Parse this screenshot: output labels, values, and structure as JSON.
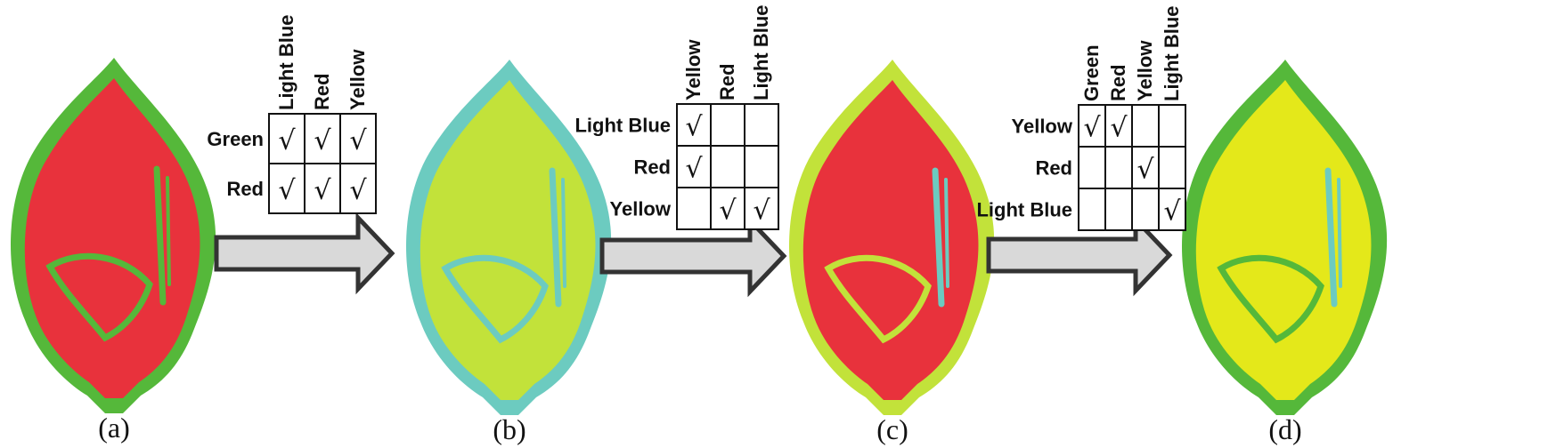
{
  "colors": {
    "green": "#55b83a",
    "red": "#e8323c",
    "yellow": "#e4e81a",
    "yellow_green": "#c2e23a",
    "light_blue": "#6ccbc0",
    "arrow_fill": "#d9d9d9",
    "arrow_stroke": "#333333"
  },
  "panels": [
    {
      "caption": "(a)",
      "outer": "green",
      "inner": "red",
      "veins": "green"
    },
    {
      "caption": "(b)",
      "outer": "light_blue",
      "inner": "yellow_green",
      "veins": "light_blue"
    },
    {
      "caption": "(c)",
      "outer": "yellow_green",
      "inner": "red",
      "veins": "light_blue"
    },
    {
      "caption": "(d)",
      "outer": "green",
      "inner": "yellow",
      "veins": "light_blue"
    }
  ],
  "tables": [
    {
      "columns": [
        "Light Blue",
        "Red",
        "Yellow"
      ],
      "rows": [
        {
          "label": "Green",
          "cells": [
            "√",
            "√",
            "√"
          ]
        },
        {
          "label": "Red",
          "cells": [
            "√",
            "√",
            "√"
          ]
        }
      ]
    },
    {
      "columns": [
        "Yellow",
        "Red",
        "Light Blue"
      ],
      "rows": [
        {
          "label": "Light Blue",
          "cells": [
            "√",
            "",
            ""
          ]
        },
        {
          "label": "Red",
          "cells": [
            "√",
            "",
            ""
          ]
        },
        {
          "label": "Yellow",
          "cells": [
            "",
            "√",
            "√"
          ]
        }
      ]
    },
    {
      "columns": [
        "Green",
        "Red",
        "Yellow",
        "Light Blue"
      ],
      "rows": [
        {
          "label": "Yellow",
          "cells": [
            "√",
            "√",
            "",
            ""
          ]
        },
        {
          "label": "Red",
          "cells": [
            "",
            "",
            "√",
            ""
          ]
        },
        {
          "label": "Light Blue",
          "cells": [
            "",
            "",
            "",
            "√"
          ]
        }
      ]
    }
  ]
}
